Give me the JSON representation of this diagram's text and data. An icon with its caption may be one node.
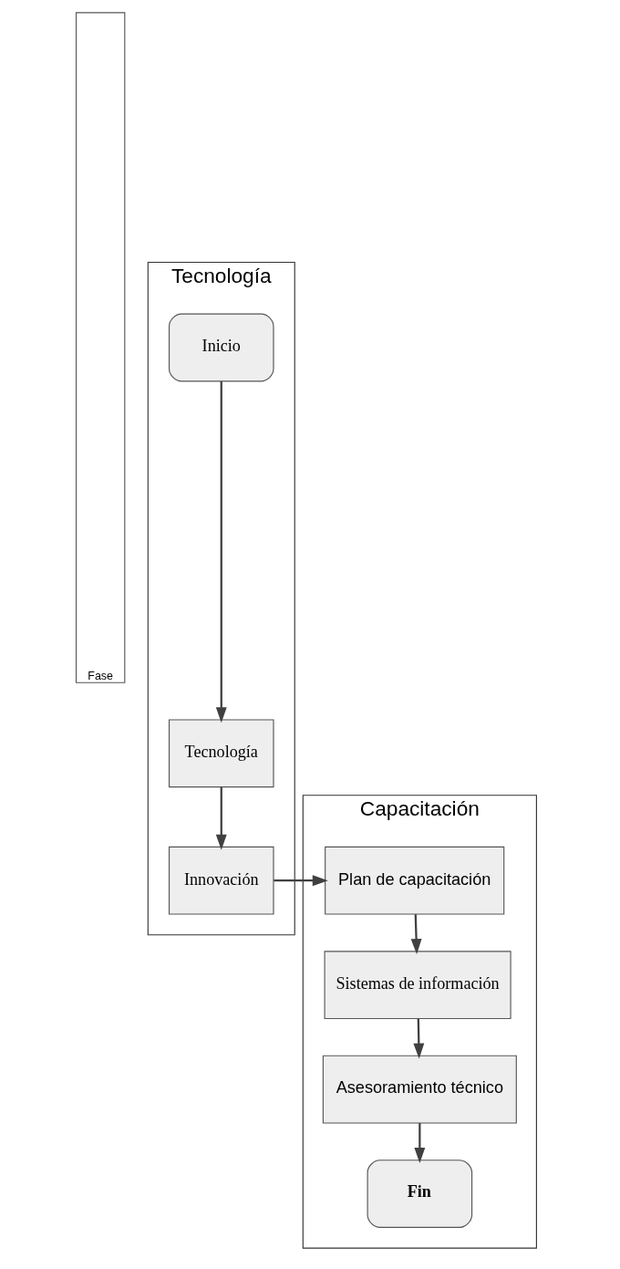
{
  "diagram": {
    "nodes": [
      {
        "text": [
          "Fase"
        ]
      },
      {
        "text": [
          "Tecnología"
        ]
      },
      {
        "text": [
          "Capacitación"
        ]
      },
      {
        "text": [
          "Inicio"
        ],
        "in": 1
      },
      {
        "text": [
          "Tecnología"
        ],
        "in": 1
      },
      {
        "text": [
          "Innovación"
        ],
        "in": 1
      },
      {
        "text": [
          "Plan de capacitación"
        ],
        "in": 2
      },
      {
        "text": [
          "Sistemas de información"
        ],
        "in": 2
      },
      {
        "text": [
          "Asesoramiento técnico"
        ],
        "in": 2
      },
      {
        "text": [
          "Fin"
        ],
        "in": 2
      }
    ],
    "edges": [
      {
        "from": 3,
        "to": 4,
        "arrow": "to"
      },
      {
        "from": 4,
        "to": 5,
        "arrow": "to"
      },
      {
        "from": 5,
        "to": 6,
        "arrow": "to"
      },
      {
        "from": 6,
        "to": 7,
        "arrow": "to"
      },
      {
        "from": 7,
        "to": 8,
        "arrow": "to"
      },
      {
        "from": 8,
        "to": 9,
        "arrow": "to"
      }
    ]
  }
}
